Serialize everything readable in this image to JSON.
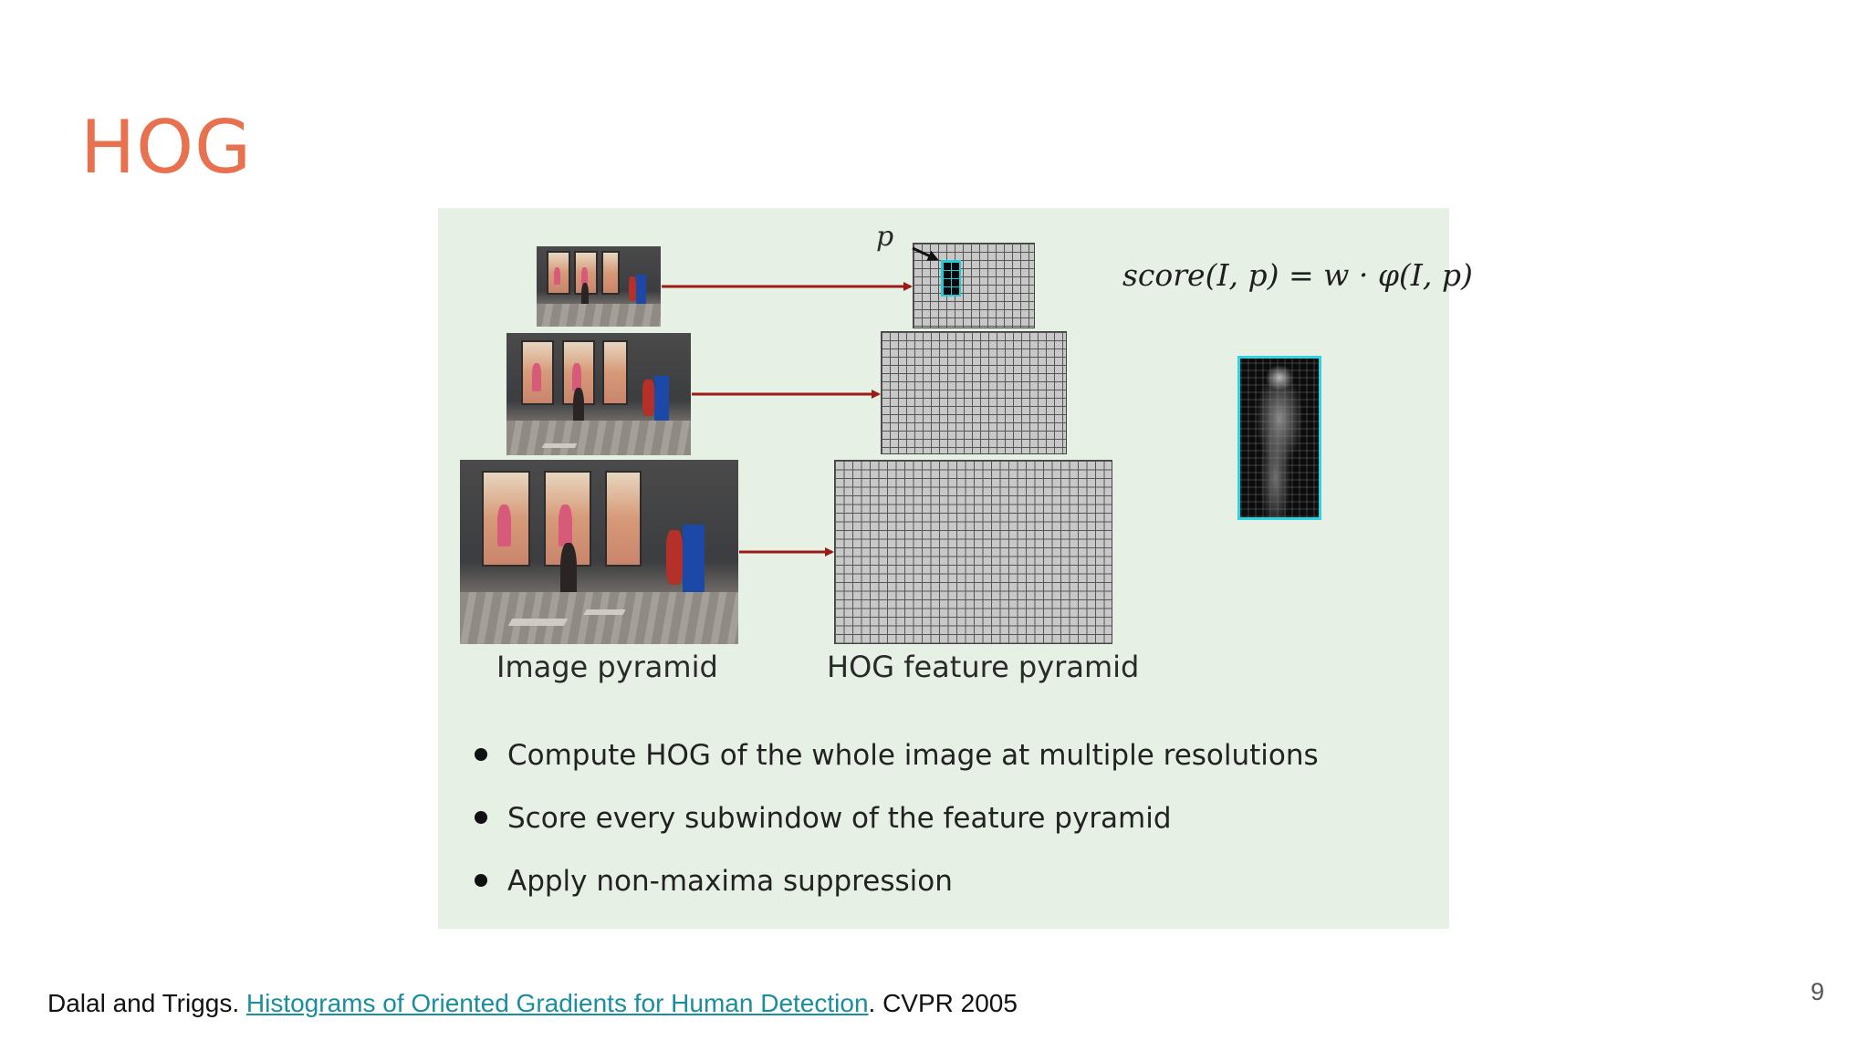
{
  "slide": {
    "title": "HOG",
    "page_number": "9"
  },
  "figure": {
    "formula": "score(I, p) = w · φ(I, p)",
    "point_label": "p",
    "image_pyramid_label": "Image pyramid",
    "feature_pyramid_label": "HOG feature pyramid",
    "bullets": [
      "Compute HOG of the whole image at multiple resolutions",
      "Score every subwindow of the feature pyramid",
      "Apply non-maxima suppression"
    ],
    "colors": {
      "background": "#e6f0e4",
      "arrow": "#9b1c14",
      "highlight": "#27c9d6"
    }
  },
  "citation": {
    "authors": "Dalal and Triggs.",
    "link_text": "Histograms of Oriented Gradients for Human Detection",
    "venue": ". CVPR 2005"
  }
}
